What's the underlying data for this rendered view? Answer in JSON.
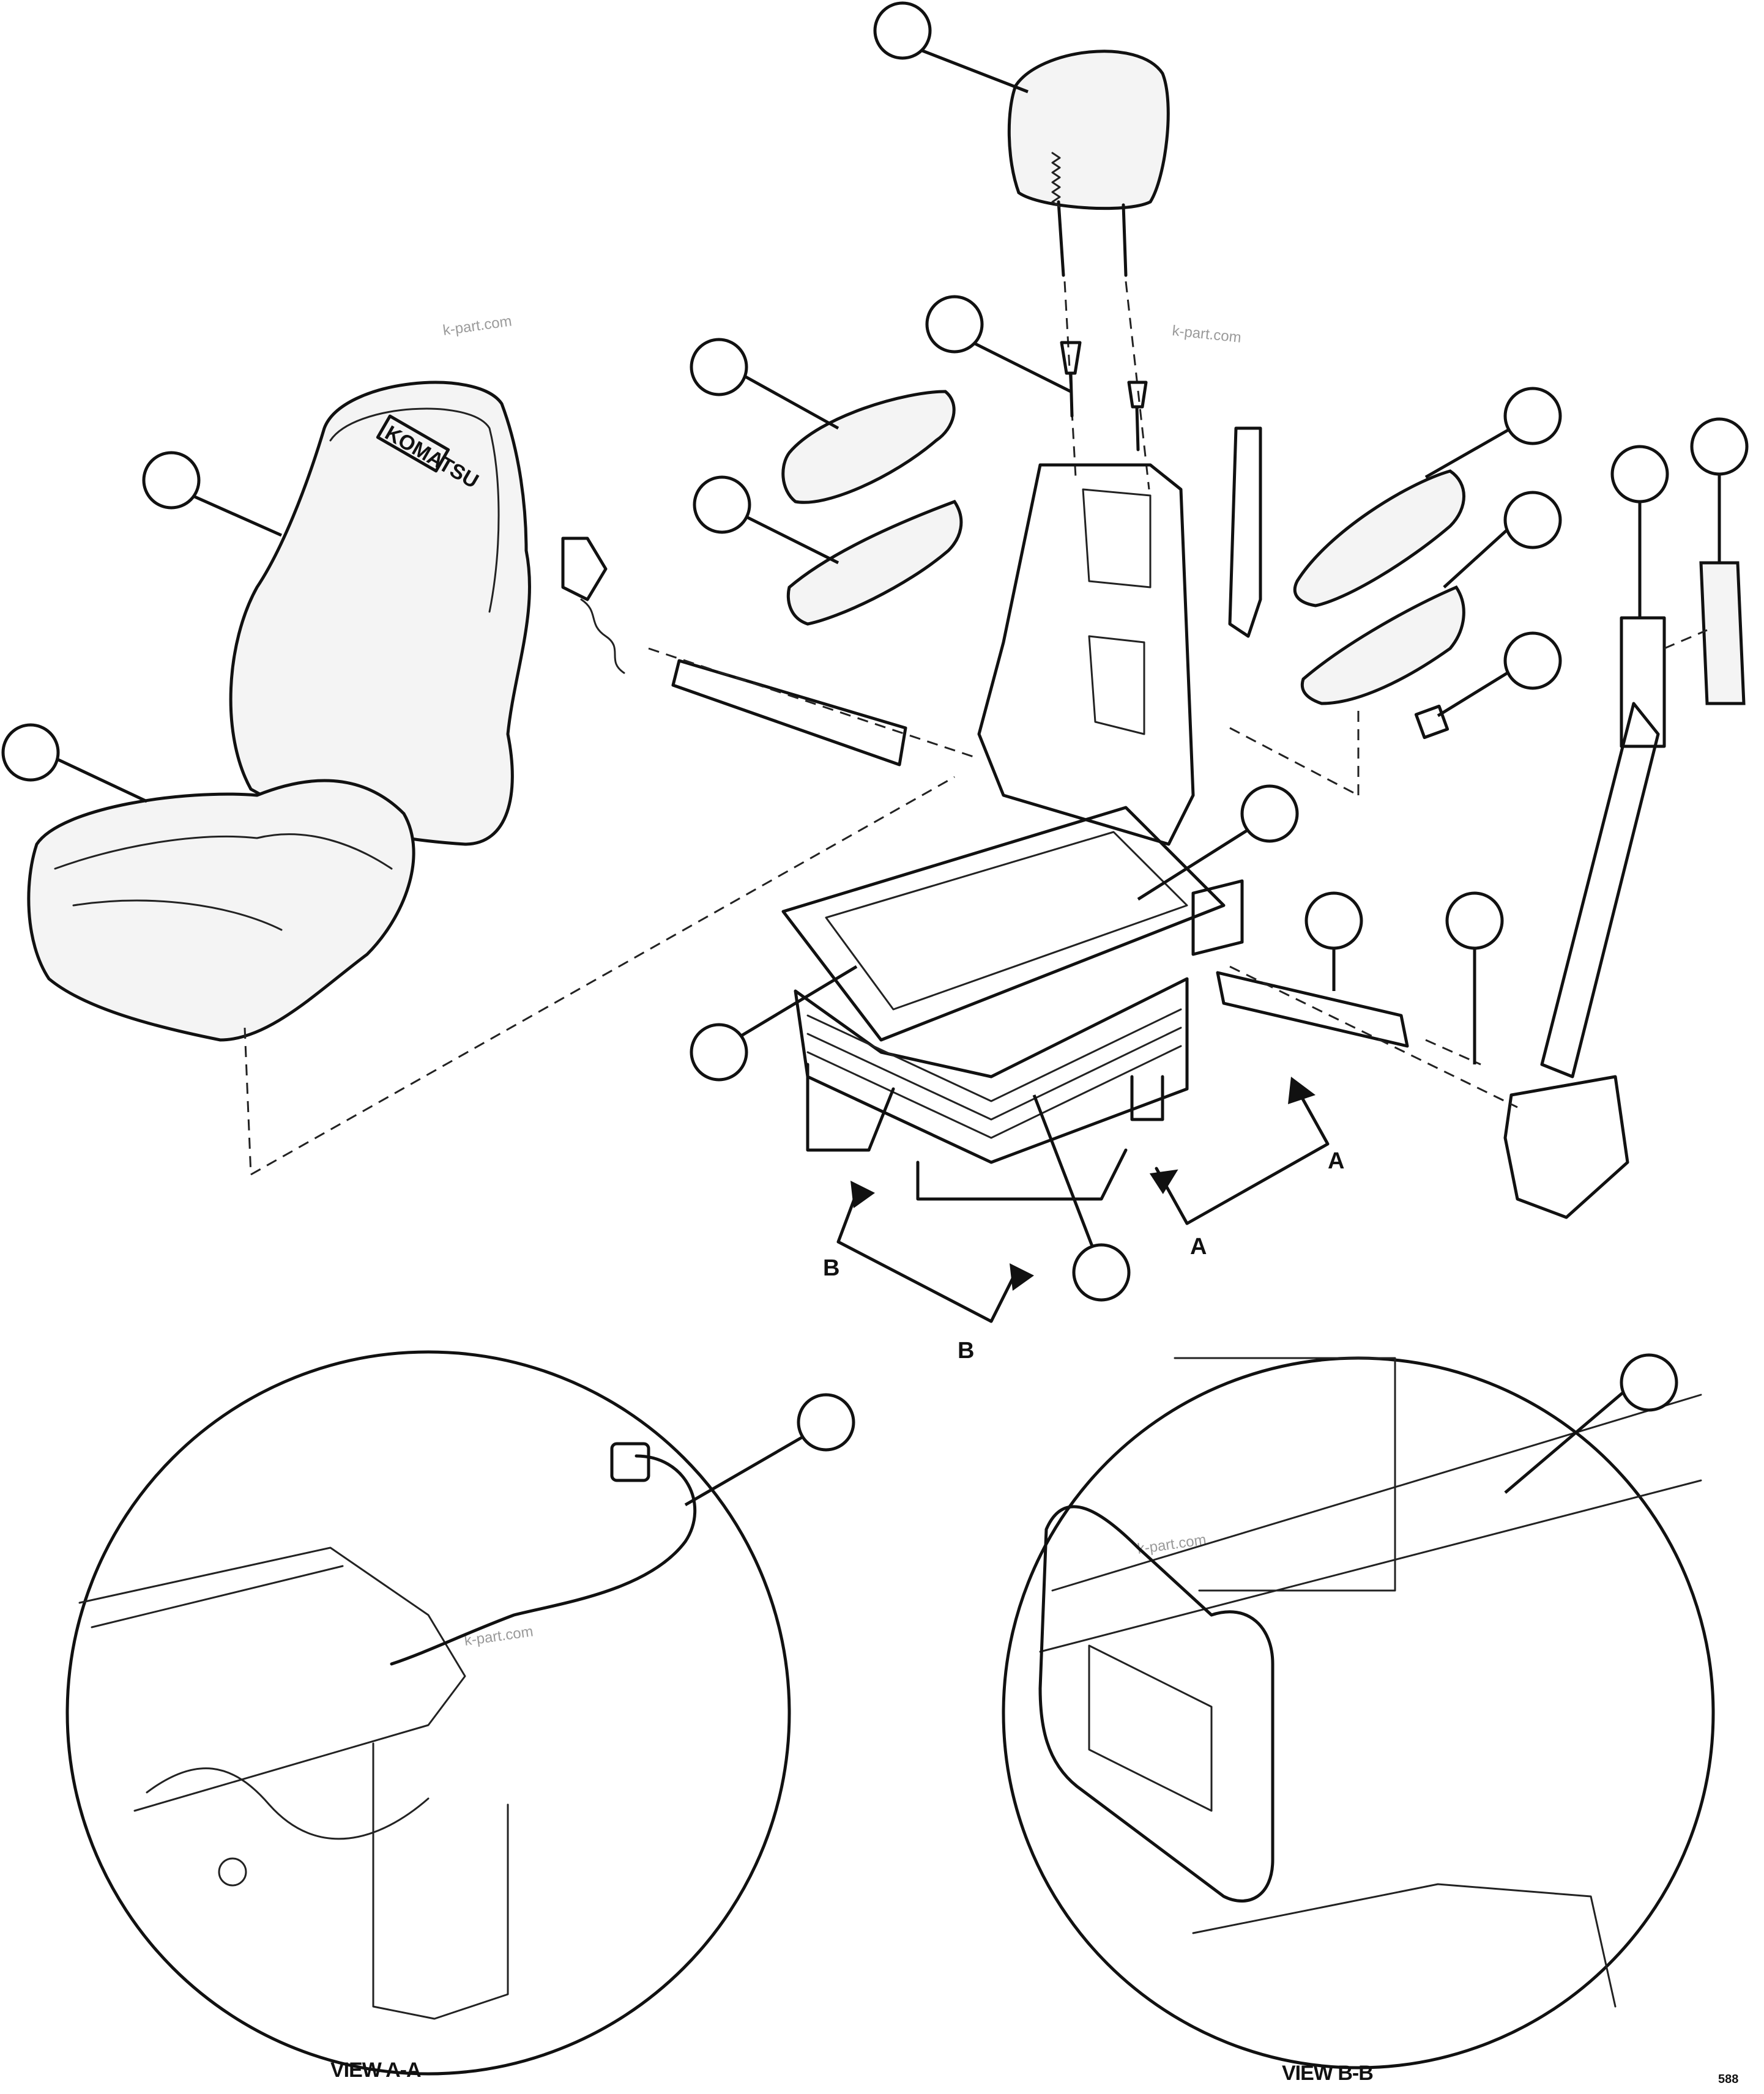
{
  "watermark": "k-part.com",
  "brand_label": "KOMATSU",
  "section_markers": {
    "a": "A",
    "b": "B"
  },
  "view_captions": {
    "a": "VIEW A-A",
    "b": "VIEW B-B"
  },
  "drawing_number": "588",
  "callout_bubbles": {
    "count": 18,
    "labels_printed": false
  }
}
